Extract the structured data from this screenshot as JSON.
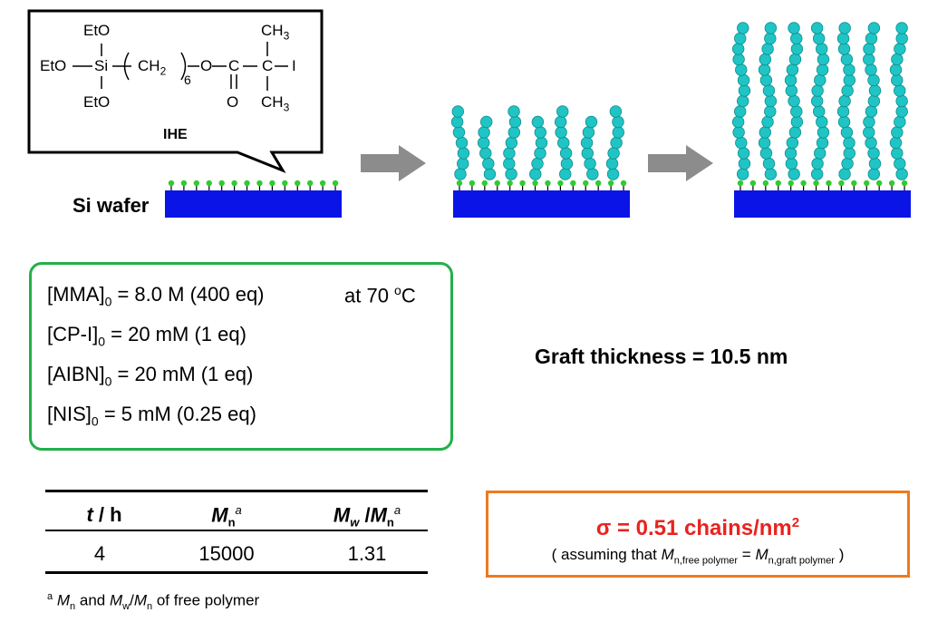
{
  "scheme": {
    "initiator_label": "IHE",
    "substrate_label": "Si wafer",
    "chem": {
      "eto_top": "EtO",
      "eto_left": "EtO",
      "eto_bottom": "EtO",
      "si": "Si",
      "chain": "CH",
      "chain_sub": "2",
      "repeat": "6",
      "o": "O",
      "c1": "C",
      "c2": "C",
      "carbonyl_o": "O",
      "i": "I",
      "ch3_top": "CH",
      "ch3_bottom": "CH",
      "ch3_sub": "3"
    },
    "colors": {
      "wafer": "#0a14e6",
      "initiator_dot": "#2ecc2e",
      "monomer": "#20c4c4",
      "arrow": "#8c8c8c"
    }
  },
  "conditions": {
    "lines": [
      {
        "pre": "[MMA]",
        "sub": "0",
        "post": " = 8.0 M (400 eq)"
      },
      {
        "pre": "[CP-I]",
        "sub": "0",
        "post": " =  20 mM (1 eq)"
      },
      {
        "pre": "[AIBN]",
        "sub": "0",
        "post": " = 20 mM  (1 eq)"
      },
      {
        "pre": "[NIS]",
        "sub": "0",
        "post": " = 5 mM (0.25 eq)"
      }
    ],
    "temp_pre": "at 70 ",
    "temp_sup": "o",
    "temp_post": "C"
  },
  "graft_thickness": "Graft thickness = 10.5 nm",
  "table": {
    "headers": [
      {
        "it": "t",
        "post": " / h"
      },
      {
        "it": "M",
        "sub": "n",
        "sup": "a"
      },
      {
        "it": "M",
        "sub": "w",
        "mid": " /",
        "it2": "M",
        "sub2": "n",
        "sup": "a"
      }
    ],
    "row": [
      "4",
      "15000",
      "1.31"
    ],
    "footnote": {
      "sup": "a",
      "text1": " M",
      "sub1": "n",
      "text2": " and M",
      "sub2": "w",
      "text3": "/M",
      "sub3": "n",
      "text4": " of free polymer"
    }
  },
  "density": {
    "main": "σ = 0.51 chains/nm",
    "main_sup": "2",
    "assume_pre": "( assuming that M",
    "assume_sub1": "n,free polymer",
    "assume_mid": " = M",
    "assume_sub2": "n,graft polymer",
    "assume_post": " )"
  }
}
